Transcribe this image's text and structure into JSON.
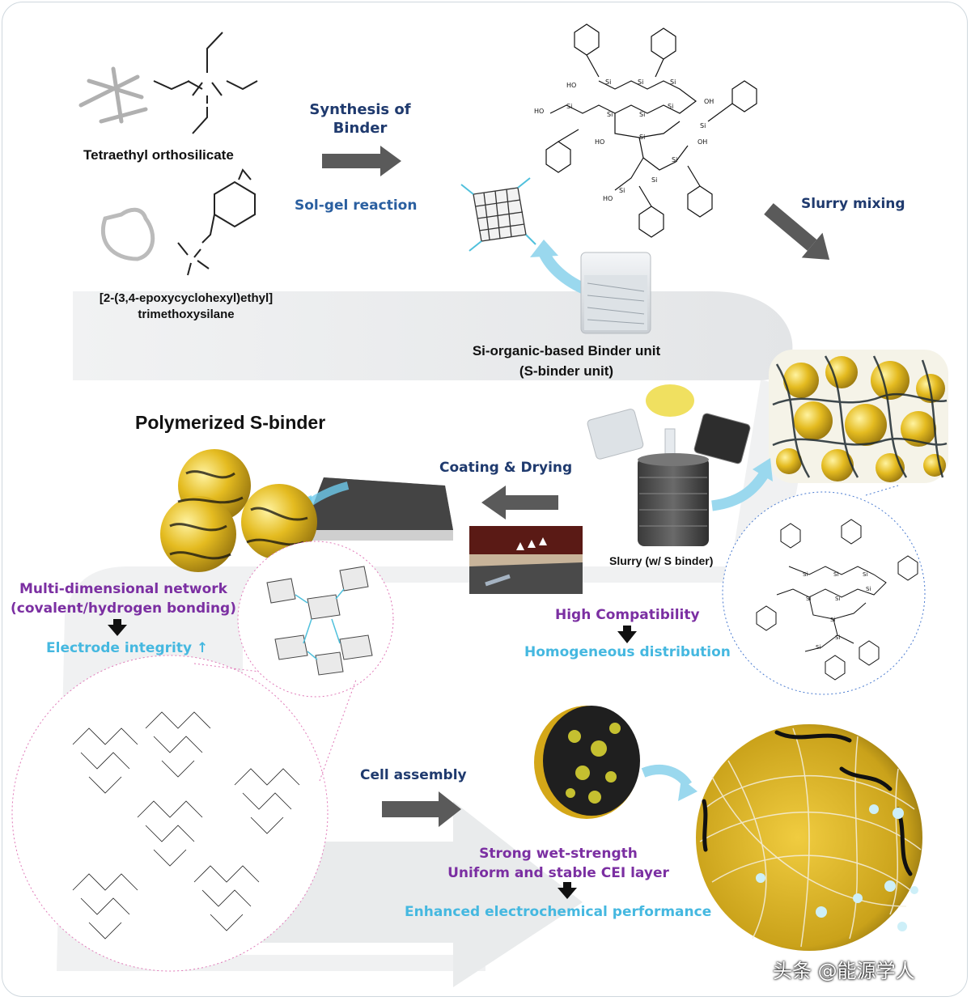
{
  "top": {
    "teos_label": "Tetraethyl orthosilicate",
    "silane_label_line1": "[2-(3,4-epoxycyclohexyl)ethyl]",
    "silane_label_line2": "trimethoxysilane",
    "synthesis_line1": "Synthesis of",
    "synthesis_line2": "Binder",
    "solgel": "Sol-gel reaction",
    "slurry_mixing": "Slurry mixing",
    "binder_unit_line1": "Si-organic-based Binder unit",
    "binder_unit_line2": "(S-binder unit)"
  },
  "middle": {
    "polymerized_title": "Polymerized S-binder",
    "coating": "Coating & Drying",
    "slurry_label": "Slurry (w/ S binder)",
    "network_line1": "Multi-dimensional network",
    "network_line2": "(covalent/hydrogen bonding)",
    "integrity": "Electrode integrity ↑",
    "compat": "High Compatibility",
    "homog": "Homogeneous distribution"
  },
  "bottom": {
    "cell_assembly": "Cell assembly",
    "wet_strength": "Strong wet-strength",
    "cei": "Uniform and stable CEI layer",
    "enhanced": "Enhanced electrochemical performance"
  },
  "watermark": "头条 @能源学人",
  "colors": {
    "navy": "#1f3a6e",
    "purple": "#7b2fa2",
    "cyan": "#45b8e0",
    "gold": "#d9b020",
    "arrow_gray": "#5a5a5a"
  }
}
